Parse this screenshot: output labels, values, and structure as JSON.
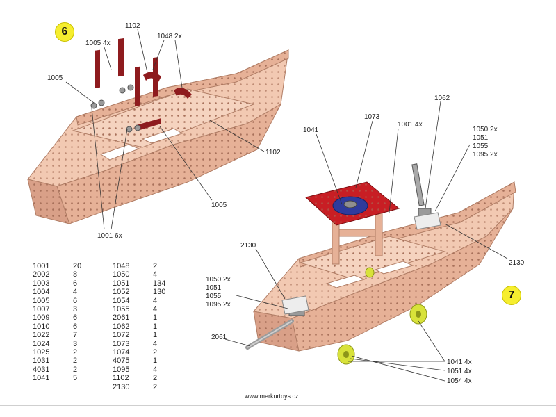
{
  "steps": [
    {
      "number": "6",
      "callouts": [
        "1005 4x",
        "1102",
        "1048 2x",
        "1005",
        "1102",
        "1005",
        "1001 6x"
      ]
    },
    {
      "number": "7",
      "callouts": [
        "1041",
        "1073",
        "1001 4x",
        "1062",
        "1050 2x",
        "1051",
        "1055",
        "1095 2x",
        "2130",
        "2130",
        "1050 2x",
        "1051",
        "1055",
        "1095 2x",
        "2061",
        "1041 4x",
        "1051 4x",
        "1054 4x"
      ]
    }
  ],
  "parts_list": {
    "col1": [
      {
        "part": "1001",
        "qty": "20"
      },
      {
        "part": "2002",
        "qty": "8"
      },
      {
        "part": "1003",
        "qty": "6"
      },
      {
        "part": "1004",
        "qty": "4"
      },
      {
        "part": "1005",
        "qty": "6"
      },
      {
        "part": "1007",
        "qty": "3"
      },
      {
        "part": "1009",
        "qty": "6"
      },
      {
        "part": "1010",
        "qty": "6"
      },
      {
        "part": "1022",
        "qty": "7"
      },
      {
        "part": "1024",
        "qty": "3"
      },
      {
        "part": "1025",
        "qty": "2"
      },
      {
        "part": "1031",
        "qty": "2"
      },
      {
        "part": "4031",
        "qty": "2"
      },
      {
        "part": "1041",
        "qty": "5"
      }
    ],
    "col2": [
      {
        "part": "1048",
        "qty": "2"
      },
      {
        "part": "1050",
        "qty": "4"
      },
      {
        "part": "1051",
        "qty": "134"
      },
      {
        "part": "1052",
        "qty": "130"
      },
      {
        "part": "1054",
        "qty": "4"
      },
      {
        "part": "1055",
        "qty": "4"
      },
      {
        "part": "2061",
        "qty": "1"
      },
      {
        "part": "1062",
        "qty": "1"
      },
      {
        "part": "1072",
        "qty": "1"
      },
      {
        "part": "1073",
        "qty": "4"
      },
      {
        "part": "1074",
        "qty": "2"
      },
      {
        "part": "4075",
        "qty": "1"
      },
      {
        "part": "1095",
        "qty": "4"
      },
      {
        "part": "1102",
        "qty": "2"
      },
      {
        "part": "2130",
        "qty": "2"
      }
    ]
  },
  "footer": {
    "url": "www.merkurtoys.cz"
  },
  "colors": {
    "hull": "#e8b49a",
    "bracket": "#8e1b1e",
    "plate": "#c81e24",
    "disc": "#2f3b9c",
    "wheel": "#d8e23a",
    "badge": "#f6ee2f"
  }
}
